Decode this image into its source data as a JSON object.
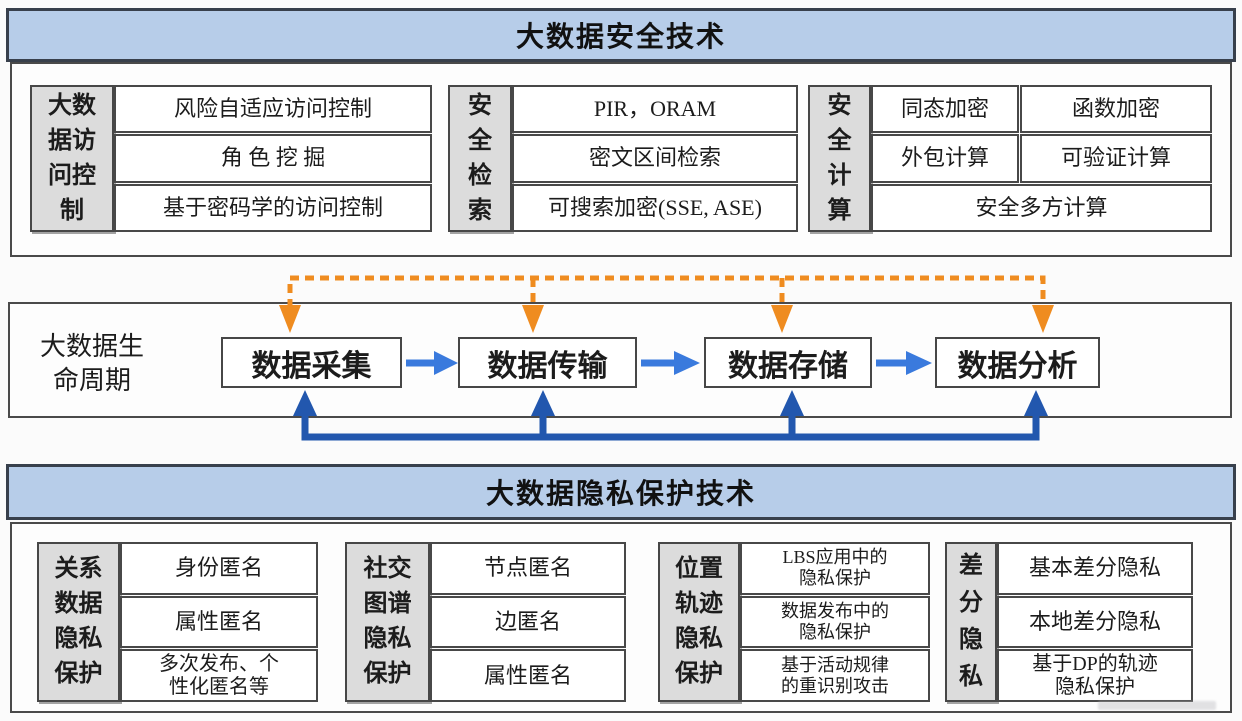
{
  "palette": {
    "header_blue": "#b7cde9",
    "label_gray": "#dcdcdc",
    "border_dark": "#4a4a4a",
    "orange_arrow": "#ef8c20",
    "flow_arrow_blue": "#3a7add",
    "loop_arrow_blue": "#2257ae"
  },
  "security": {
    "title": "大数据安全技术",
    "groups": [
      {
        "label": "大数据访问控制",
        "label_lines": [
          "大数",
          "据访",
          "问控",
          "制"
        ],
        "items": [
          "风险自适应访问控制",
          "角 色 挖 掘",
          "基于密码学的访问控制"
        ]
      },
      {
        "label": "安全检索",
        "label_lines": [
          "安",
          "全",
          "检",
          "索"
        ],
        "items": [
          "PIR，ORAM",
          "密文区间检索",
          "可搜索加密(SSE, ASE)"
        ]
      },
      {
        "label": "安全计算",
        "label_lines": [
          "安",
          "全",
          "计",
          "算"
        ],
        "cells": [
          "同态加密",
          "函数加密",
          "外包计算",
          "可验证计算",
          "安全多方计算"
        ]
      }
    ]
  },
  "lifecycle": {
    "label": "大数据生命周期",
    "label_lines": "大数据生\n命周期",
    "stages": [
      "数据采集",
      "数据传输",
      "数据存储",
      "数据分析"
    ]
  },
  "privacy": {
    "title": "大数据隐私保护技术",
    "groups": [
      {
        "label": "关系数据隐私保护",
        "label_lines": [
          "关系",
          "数据",
          "隐私",
          "保护"
        ],
        "items": [
          "身份匿名",
          "属性匿名",
          "多次发布、个\n性化匿名等"
        ]
      },
      {
        "label": "社交图谱隐私保护",
        "label_lines": [
          "社交",
          "图谱",
          "隐私",
          "保护"
        ],
        "items": [
          "节点匿名",
          "边匿名",
          "属性匿名"
        ]
      },
      {
        "label": "位置轨迹隐私保护",
        "label_lines": [
          "位置",
          "轨迹",
          "隐私",
          "保护"
        ],
        "items": [
          "LBS应用中的\n隐私保护",
          "数据发布中的\n隐私保护",
          "基于活动规律\n的重识别攻击"
        ]
      },
      {
        "label": "差分隐私",
        "label_lines": [
          "差",
          "分",
          "隐",
          "私"
        ],
        "items": [
          "基本差分隐私",
          "本地差分隐私",
          "基于DP的轨迹\n隐私保护"
        ]
      }
    ]
  }
}
